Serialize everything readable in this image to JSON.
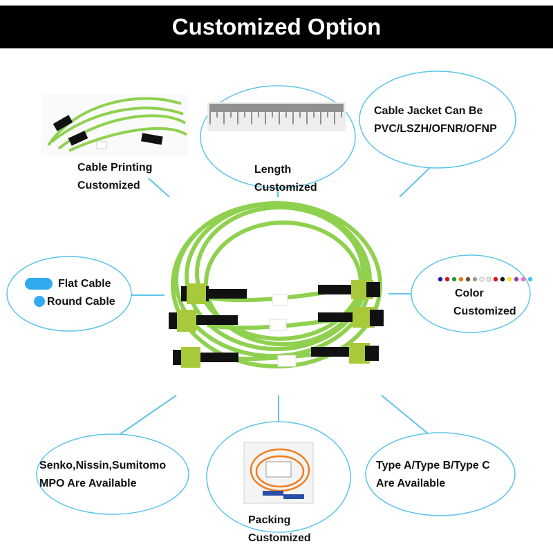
{
  "header": {
    "title": "Customized Option"
  },
  "options": {
    "cable_printing": {
      "line1": "Cable Printing",
      "line2": "Customized"
    },
    "length": {
      "line1": "Length",
      "line2": "Customized"
    },
    "jacket": {
      "line1": "Cable Jacket Can Be",
      "line2": "PVC/LSZH/OFNR/OFNP"
    },
    "shape": {
      "flat": "Flat Cable",
      "round": "Round Cable"
    },
    "color": {
      "line1": "Color",
      "line2": "Customized",
      "swatches": [
        "#1a1aa8",
        "#d4151b",
        "#1f9e3a",
        "#e07a16",
        "#7a4a1e",
        "#9a9a9a",
        "#f2f2f2",
        "#e8e6e6",
        "#d4151b",
        "#111111",
        "#f0e226",
        "#8a3fb8",
        "#ff66cc",
        "#38c7e8"
      ]
    },
    "connectors": {
      "line1": "Senko,Nissin,Sumitomo",
      "line2": "MPO Are Available"
    },
    "packing": {
      "line1": "Packing",
      "line2": "Customized"
    },
    "types": {
      "line1": "Type A/Type B/Type C",
      "line2": "Are Available"
    }
  },
  "colors": {
    "accent": "#5bc4e8",
    "cable": "#8fd14f",
    "connector": "#a8c93a",
    "banner": "#000000"
  }
}
